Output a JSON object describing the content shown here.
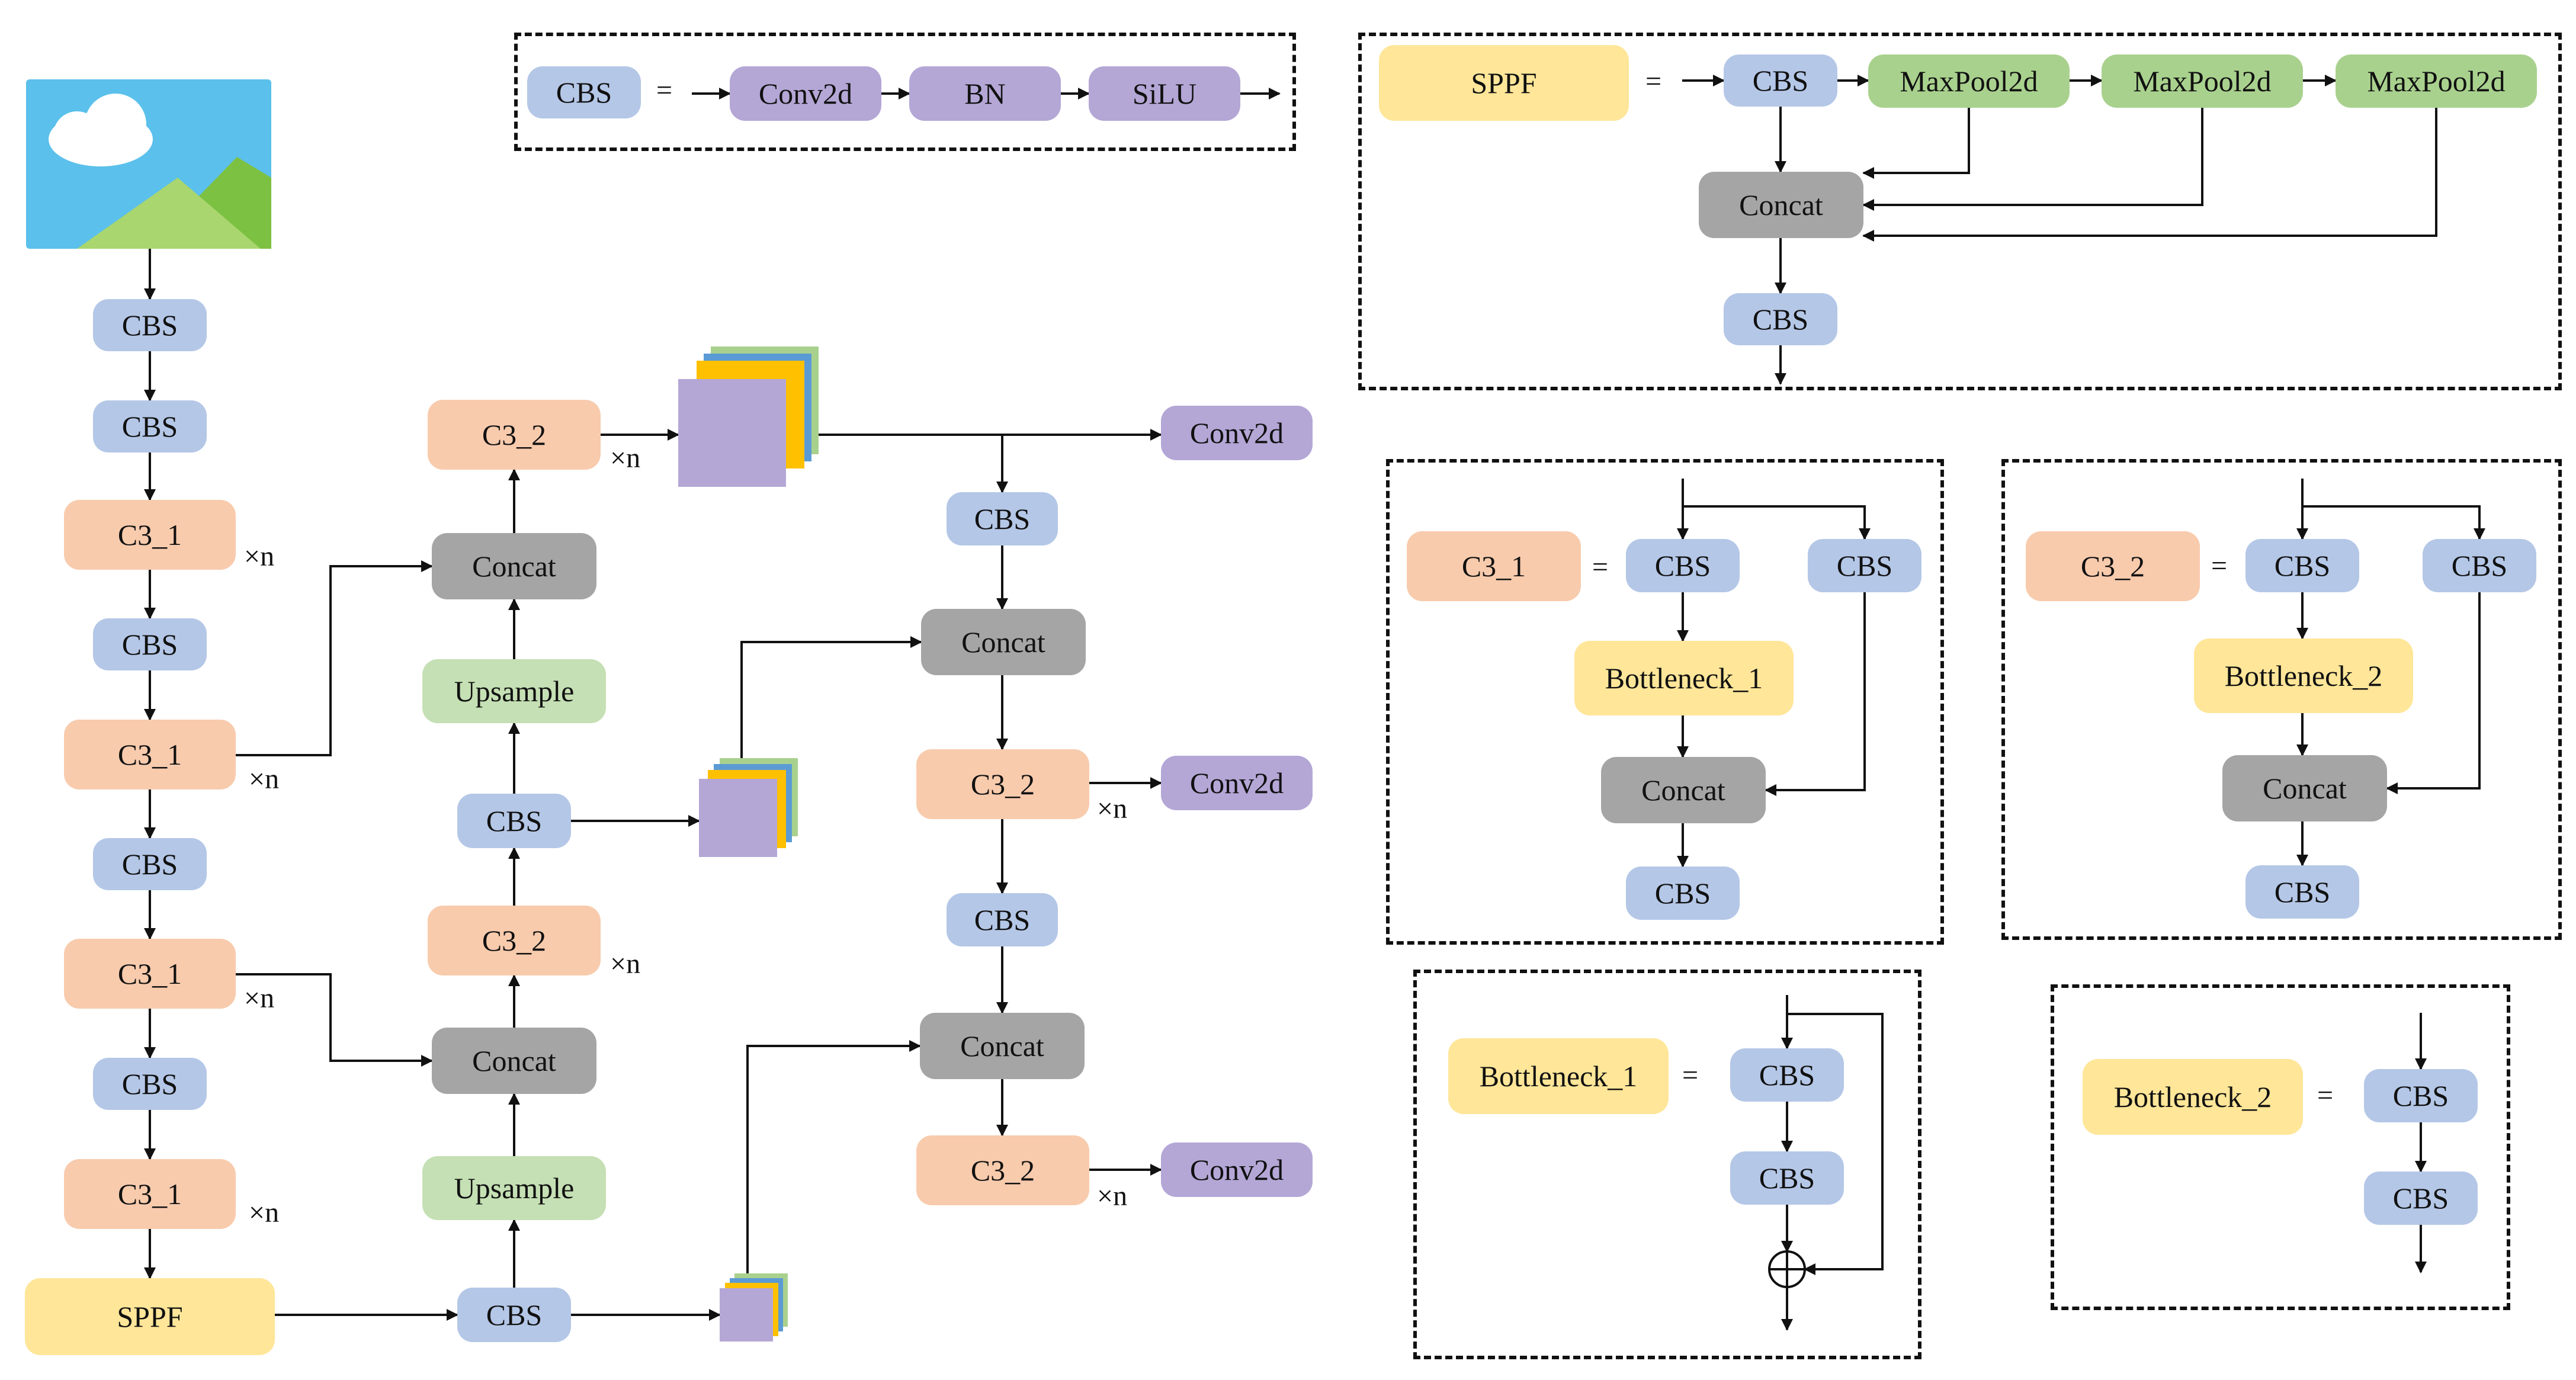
{
  "labels": {
    "cbs": "CBS",
    "c3_1": "C3_1",
    "c3_2": "C3_2",
    "concat": "Concat",
    "upsample": "Upsample",
    "conv2d": "Conv2d",
    "sppf": "SPPF",
    "bn": "BN",
    "silu": "SiLU",
    "maxpool": "MaxPool2d",
    "bottleneck_1": "Bottleneck_1",
    "bottleneck_2": "Bottleneck_2",
    "repeat": "×n",
    "equals": "="
  },
  "colors": {
    "cbs": "#b4c7e7",
    "c3": "#f8cbad",
    "concat": "#a5a5a5",
    "upsample": "#c5e0b4",
    "conv2d": "#b4a7d6",
    "maxpool": "#a9d18e",
    "yellow": "#ffe699",
    "feature_map_layers": [
      "#a9d18e",
      "#5b9bd5",
      "#ffc000",
      "#b4a7d6"
    ],
    "sky": "#5bc0eb",
    "cloud": "#ffffff",
    "hill_front": "#a9d66e",
    "hill_back": "#7cc142"
  },
  "icons": [
    "landscape-image-icon",
    "feature-map-stack-icon",
    "add-circle-icon"
  ]
}
